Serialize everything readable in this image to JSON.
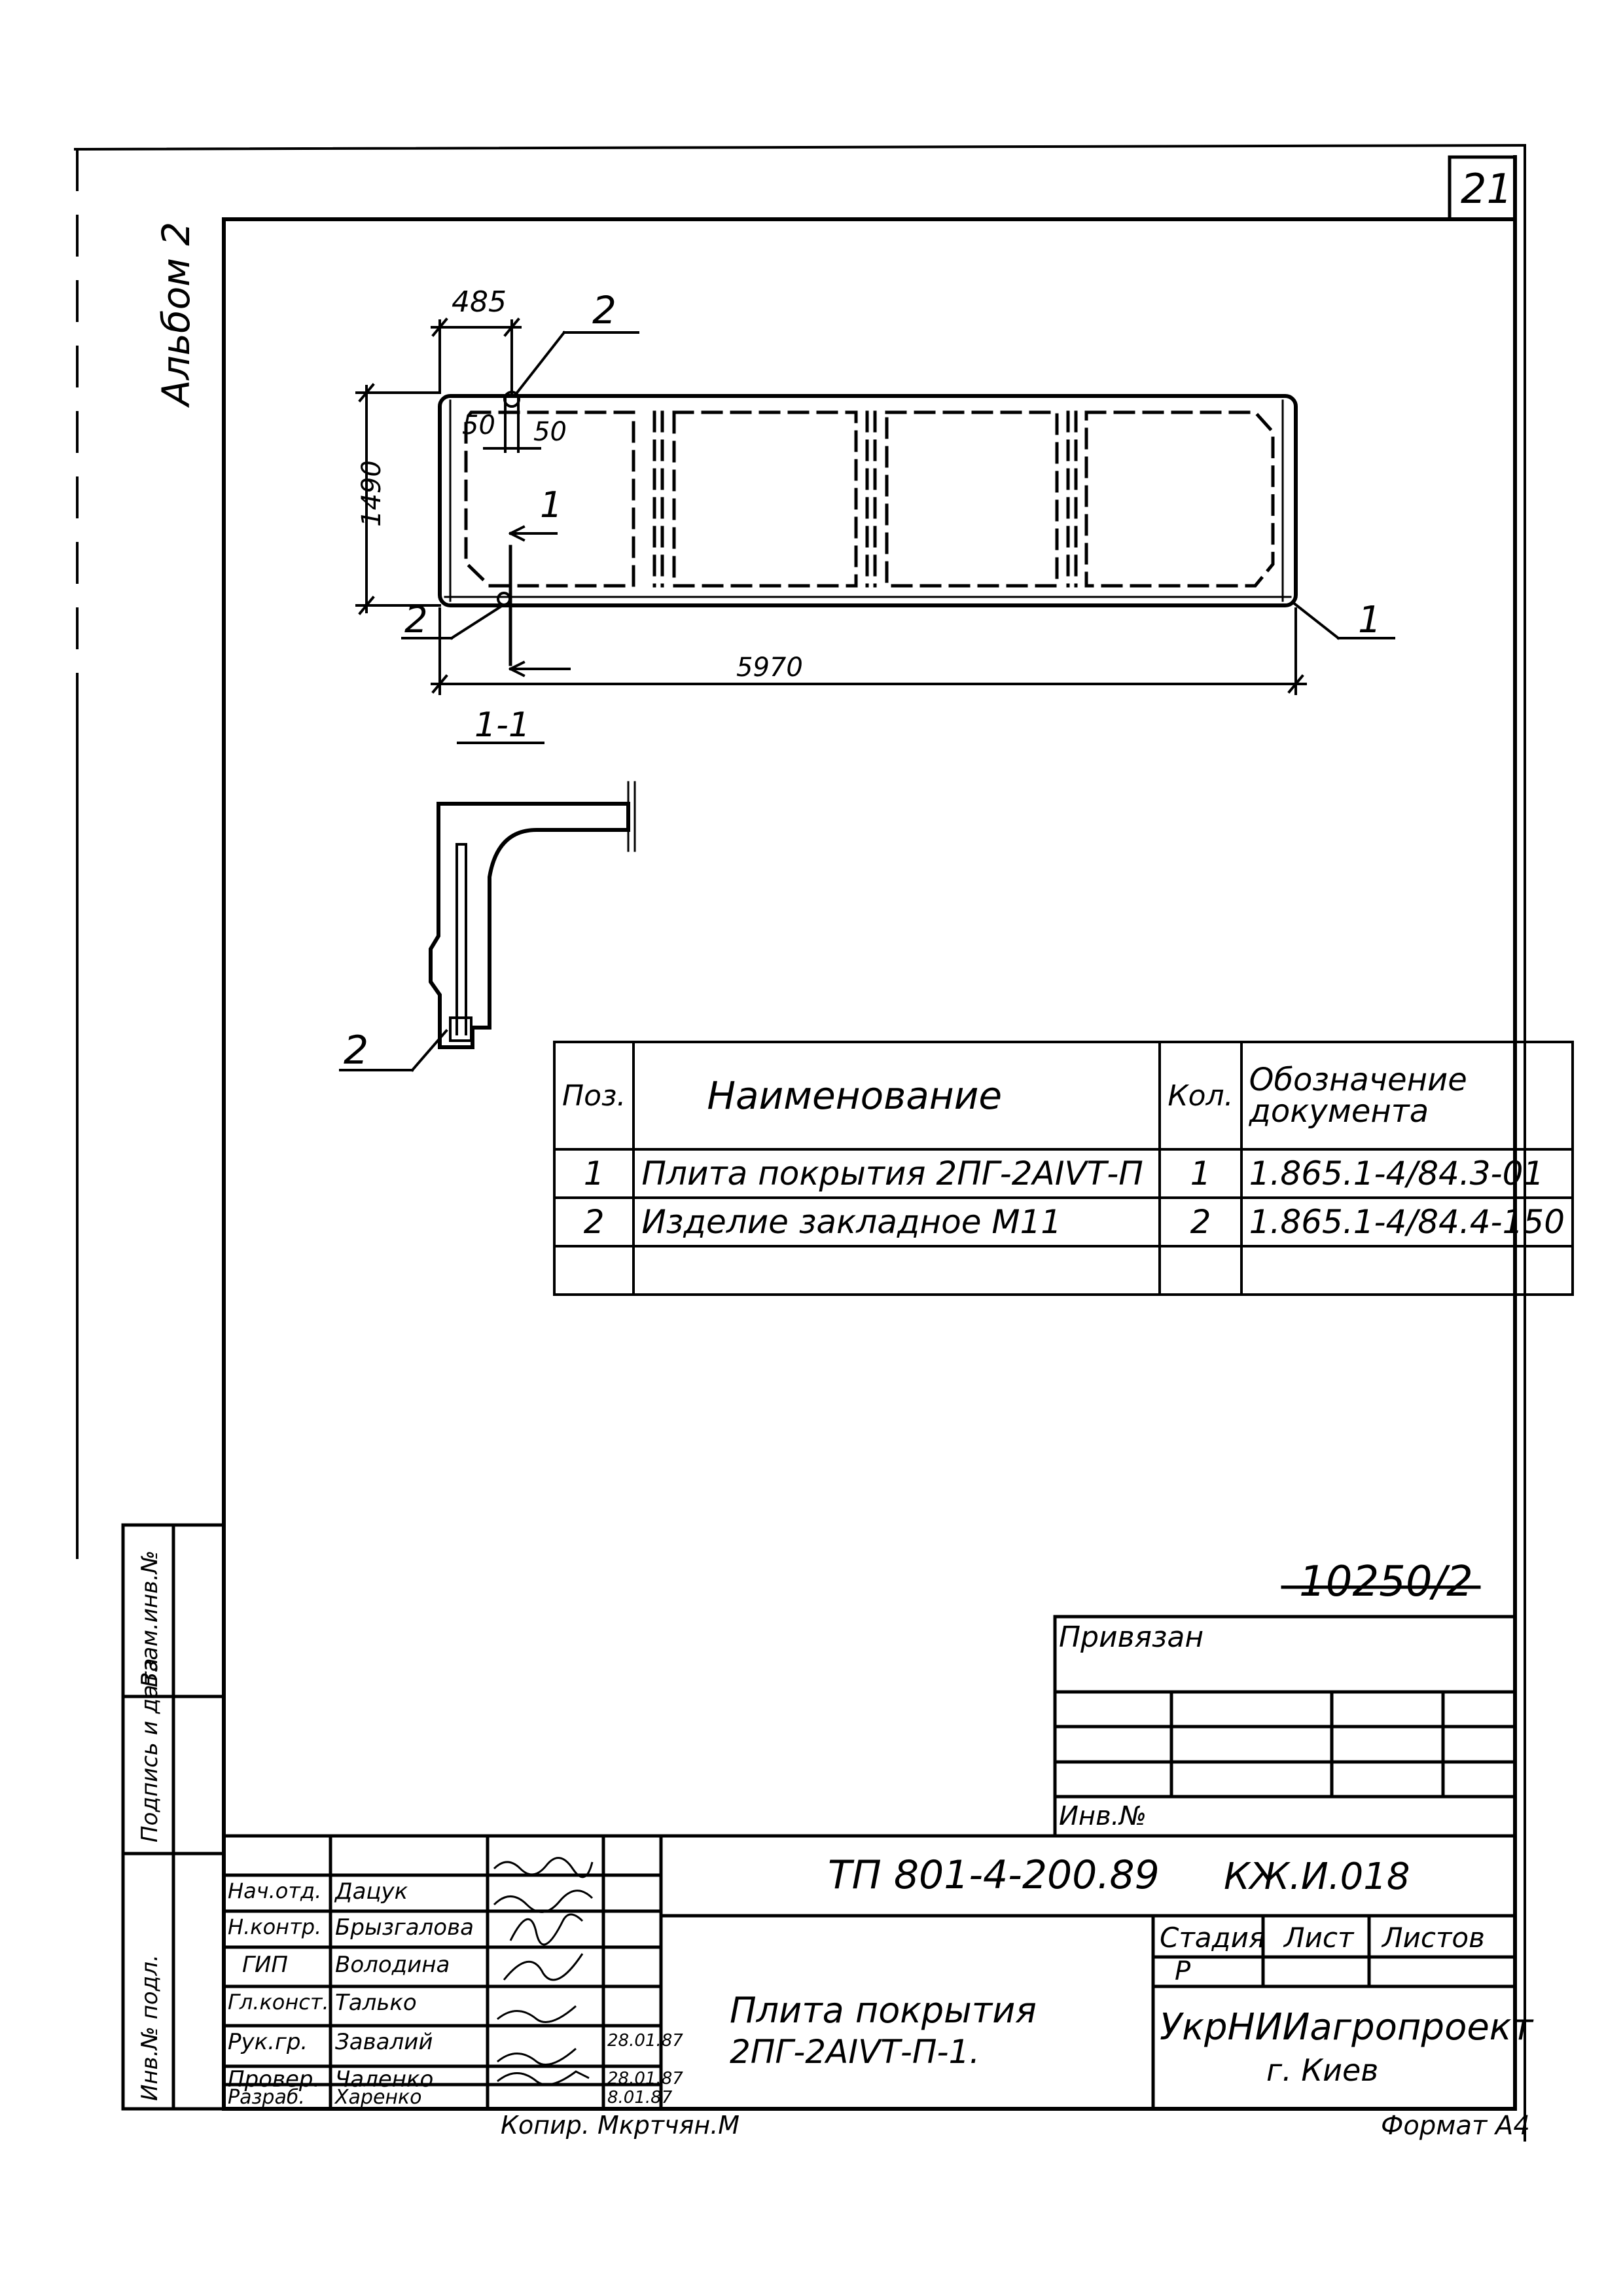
{
  "sheet": {
    "page_number": "21",
    "album": "Альбом 2",
    "order_number": "10250/2",
    "copied": "Копир. Мкртчян.М",
    "format": "Формат А4"
  },
  "plan": {
    "dim_width": "1490",
    "dim_length": "5970",
    "dim_offset": "485",
    "dim_edge_left": "50",
    "dim_edge_right": "50",
    "pos_item_top": "2",
    "pos_item_bottom": "2",
    "pos_plate": "1",
    "section_marker": "1",
    "section_title": "1-1"
  },
  "section": {
    "pos_item": "2"
  },
  "spec_table": {
    "headers": [
      "Поз.",
      "Наименование",
      "Кол.",
      "Обозначение документа"
    ],
    "rows": [
      [
        "1",
        "Плита покрытия 2ПГ-2АIVТ-П",
        "1",
        "1.865.1-4/84.3-01"
      ],
      [
        "2",
        "Изделие закладное М11",
        "2",
        "1.865.1-4/84.4-150"
      ],
      [
        "",
        "",
        "",
        ""
      ]
    ]
  },
  "binding": {
    "title": "Привязан",
    "inv_number_label": "Инв.№"
  },
  "side_stamp": {
    "cells": [
      "Инв.№ подл.",
      "Подпись и дата",
      "Взам.инв.№"
    ]
  },
  "title_block": {
    "code": "ТП 801-4-200.89",
    "mark": "КЖ.И.018",
    "roles": [
      "Нач.отд.",
      "Н.контр.",
      "ГИП",
      "Гл.конст.",
      "Рук.гр.",
      "Провер.",
      "Разраб."
    ],
    "names": [
      "Дацук",
      "Брызгалова",
      "Володина",
      "Талько",
      "Завалий",
      "Чаленко",
      "Харенко"
    ],
    "dates": [
      "",
      "",
      "",
      "",
      "28.01.87",
      "28.01.87",
      "8.01.87"
    ],
    "object_title_line1": "Плита покрытия",
    "object_title_line2": "2ПГ-2АIVТ-П-1.",
    "stage_label": "Стадия",
    "sheet_label": "Лист",
    "sheets_label": "Листов",
    "stage_value": "Р",
    "org_name": "УкрНИИагропроект",
    "org_city": "г. Киев"
  }
}
